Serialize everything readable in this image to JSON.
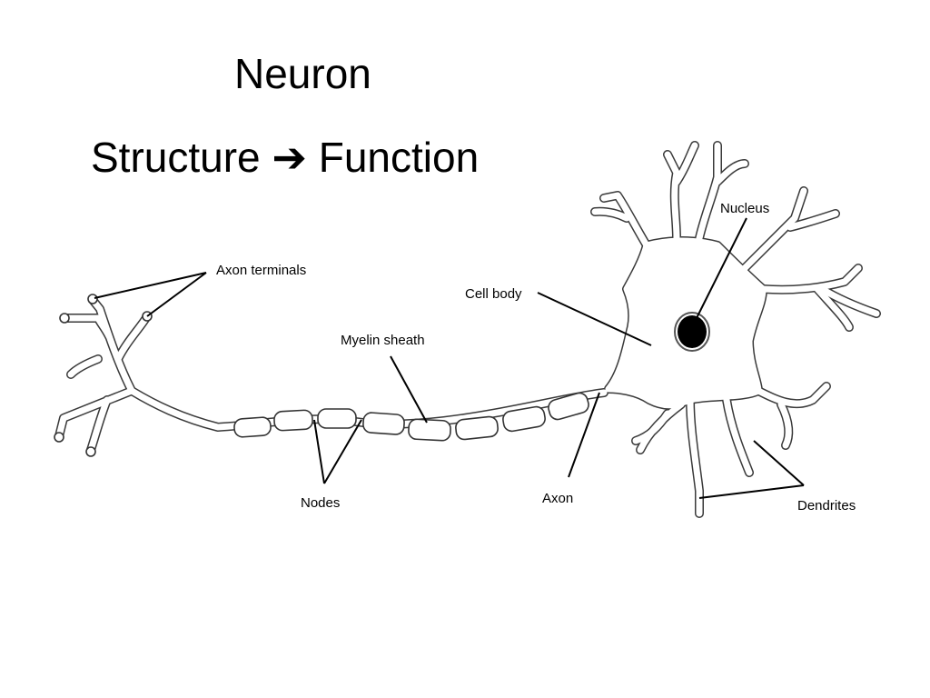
{
  "title": {
    "line1": "Neuron",
    "line2_prefix": "Structure",
    "line2_arrow": "➔",
    "line2_suffix": "Function"
  },
  "labels": {
    "nucleus": "Nucleus",
    "axon_terminals": "Axon terminals",
    "cell_body": "Cell body",
    "myelin_sheath": "Myelin sheath",
    "nodes": "Nodes",
    "axon": "Axon",
    "dendrites": "Dendrites"
  },
  "colors": {
    "outline": "#3a3a3a",
    "nucleus": "#000000",
    "background": "#ffffff"
  }
}
